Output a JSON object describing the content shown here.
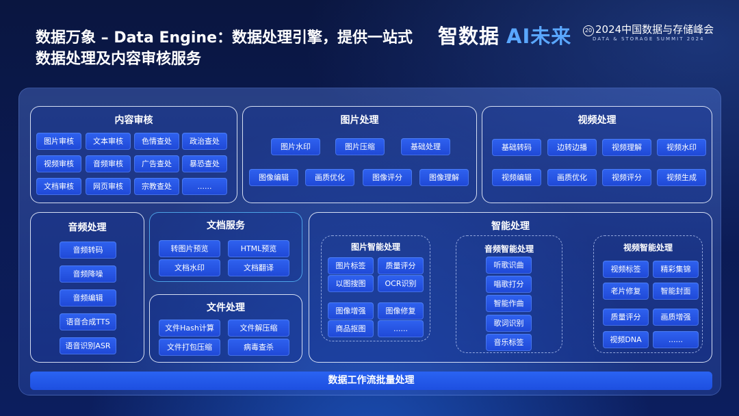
{
  "title": "数据万象 – Data Engine：数据处理引擎，提供一站式数据处理及内容审核服务",
  "logo": {
    "main": "智数据",
    "ai": "AI未来",
    "summit_badge": "20",
    "summit": "2024中国数据与存储峰会",
    "summit_en": "DATA & STORAGE SUMMIT 2024"
  },
  "sections": {
    "content_review": {
      "title": "内容审核",
      "items": [
        "图片审核",
        "文本审核",
        "色情查处",
        "政治查处",
        "视频审核",
        "音频审核",
        "广告查处",
        "暴恐查处",
        "文档审核",
        "网页审核",
        "宗教查处",
        "......"
      ]
    },
    "image": {
      "title": "图片处理",
      "items": [
        "图片水印",
        "图片压缩",
        "基础处理",
        "图像编辑",
        "画质优化",
        "图像评分",
        "图像理解"
      ]
    },
    "video": {
      "title": "视频处理",
      "items": [
        "基础转码",
        "边转边播",
        "视频理解",
        "视频水印",
        "视频编辑",
        "画质优化",
        "视频评分",
        "视频生成"
      ]
    },
    "audio": {
      "title": "音频处理",
      "items": [
        "音频转码",
        "音频降噪",
        "音频编辑",
        "语音合成TTS",
        "语音识别ASR"
      ]
    },
    "doc": {
      "title": "文档服务",
      "items": [
        "转图片预览",
        "HTML预览",
        "文档水印",
        "文档翻译"
      ]
    },
    "file": {
      "title": "文件处理",
      "items": [
        "文件Hash计算",
        "文件解压缩",
        "文件打包压缩",
        "病毒查杀"
      ]
    },
    "smart": {
      "title": "智能处理",
      "image": {
        "title": "图片智能处理",
        "items": [
          "图片标签",
          "质量评分",
          "以图搜图",
          "OCR识别",
          "图像增强",
          "图像修复",
          "商品抠图",
          "......"
        ]
      },
      "audio": {
        "title": "音频智能处理",
        "items": [
          "听歌识曲",
          "唱歌打分",
          "智能作曲",
          "歌词识别",
          "音乐标签"
        ]
      },
      "video": {
        "title": "视频智能处理",
        "items": [
          "视频标签",
          "精彩集锦",
          "老片修复",
          "智能封面",
          "质量评分",
          "画质增强",
          "视频DNA",
          "......"
        ]
      }
    }
  },
  "workflow_bar": "数据工作流批量处理"
}
